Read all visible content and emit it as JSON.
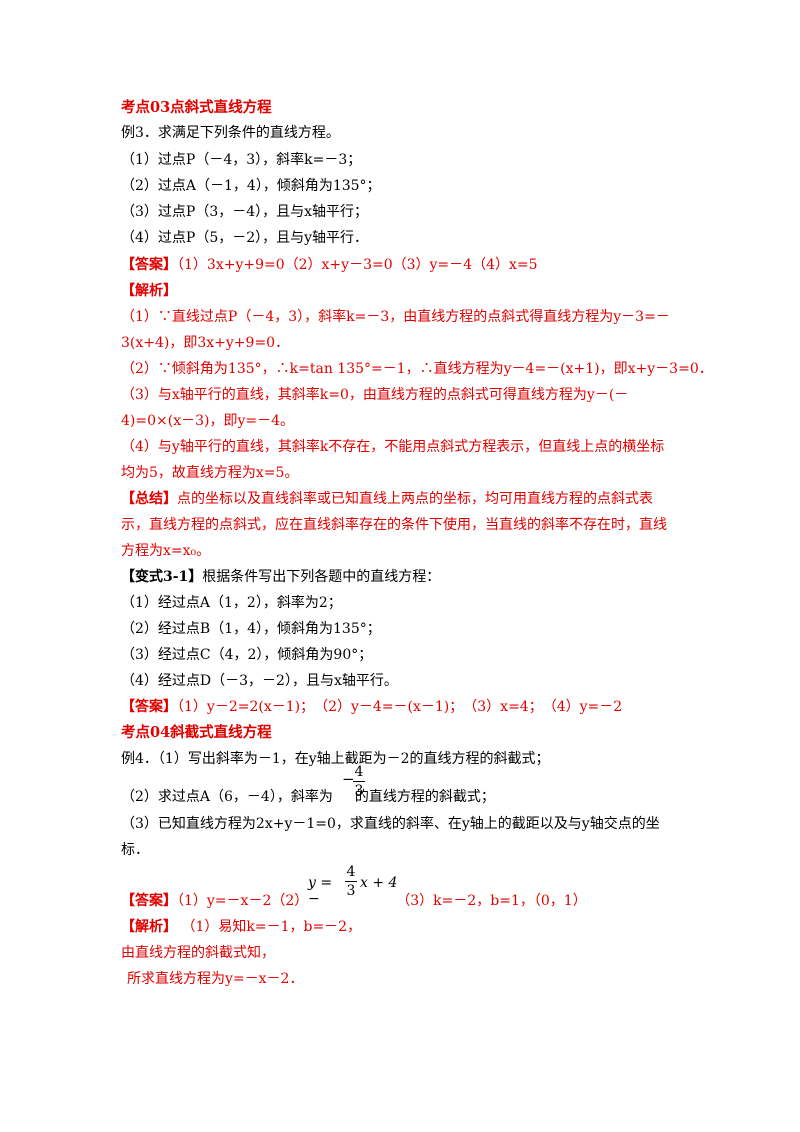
{
  "section1": {
    "title": "考点03点斜式直线方程",
    "example_intro": "例3．求满足下列条件的直线方程。",
    "items": [
      "（1）过点P（－4，3），斜率k=－3；",
      "（2）过点A（－1，4），倾斜角为135°；",
      "（3）过点P（3，－4），且与x轴平行；",
      "（4）过点P（5，－2），且与y轴平行．"
    ],
    "answer_tag": "【答案】",
    "answer_text": "（1）3x+y+9=0（2）x+y－3=0（3）y=－4（4）x=5",
    "analysis_tag": "【解析】",
    "analysis_lines": [
      "（1）∵直线过点P（－4，3），斜率k=－3，由直线方程的点斜式得直线方程为y－3=－",
      "3(x+4)，即3x+y+9=0．",
      "（2）∵倾斜角为135°，∴k=tan 135°=－1，∴直线方程为y－4=－(x+1)，即x+y－3=0．",
      "（3）与x轴平行的直线，其斜率k=0，由直线方程的点斜式可得直线方程为y－(－",
      "4)=0×(x－3)，即y=－4。",
      "（4）与y轴平行的直线，其斜率k不存在，不能用点斜式方程表示，但直线上点的横坐标",
      "均为5，故直线方程为x=5。"
    ],
    "summary_tag": "【总结】",
    "summary_lines": [
      "点的坐标以及直线斜率或已知直线上两点的坐标，均可用直线方程的点斜式表",
      "示，直线方程的点斜式，应在直线斜率存在的条件下使用，当直线的斜率不存在时，直线",
      "方程为x=x₀。"
    ],
    "variant_tag": "【变式3-1】",
    "variant_intro": "根据条件写出下列各题中的直线方程：",
    "variant_items": [
      "（1）经过点A（1，2），斜率为2；",
      "（2）经过点B（1，4），倾斜角为135°；",
      "（3）经过点C（4，2），倾斜角为90°；",
      "（4）经过点D（－3，－2），且与x轴平行。"
    ],
    "variant_answer_tag": "【答案】",
    "variant_answer_text": "（1）y－2=2(x－1)；　（2）y－4=－(x－1)；　（3）x=4；　（4）y=－2"
  },
  "section2": {
    "title": "考点04斜截式直线方程",
    "example_line1": "例4．（1）写出斜率为－1，在y轴上截距为－2的直线方程的斜截式；",
    "example_line2_before": "（2）求过点A（6，－4），斜率为",
    "example_line2_after": "的直线方程的斜截式；",
    "frac_num": "4",
    "frac_den": "3",
    "example_line3": "（3）已知直线方程为2x+y－1=0，求直线的斜率、在y轴上的截距以及与y轴交点的坐",
    "example_line4": "标．",
    "answer_tag": "【答案】",
    "answer_part1": "（1）y=－x－2（2）",
    "answer_formula_left": "y = −",
    "answer_formula_right": "x + 4",
    "answer_part2": "（3）k=－2，b=1，（0，1）",
    "analysis_tag": "【解析】",
    "analysis_line1": "（1）易知k=－1，b=－2，",
    "analysis_line2": "由直线方程的斜截式知，",
    "analysis_line3": "所求直线方程为y=－x－2．"
  }
}
